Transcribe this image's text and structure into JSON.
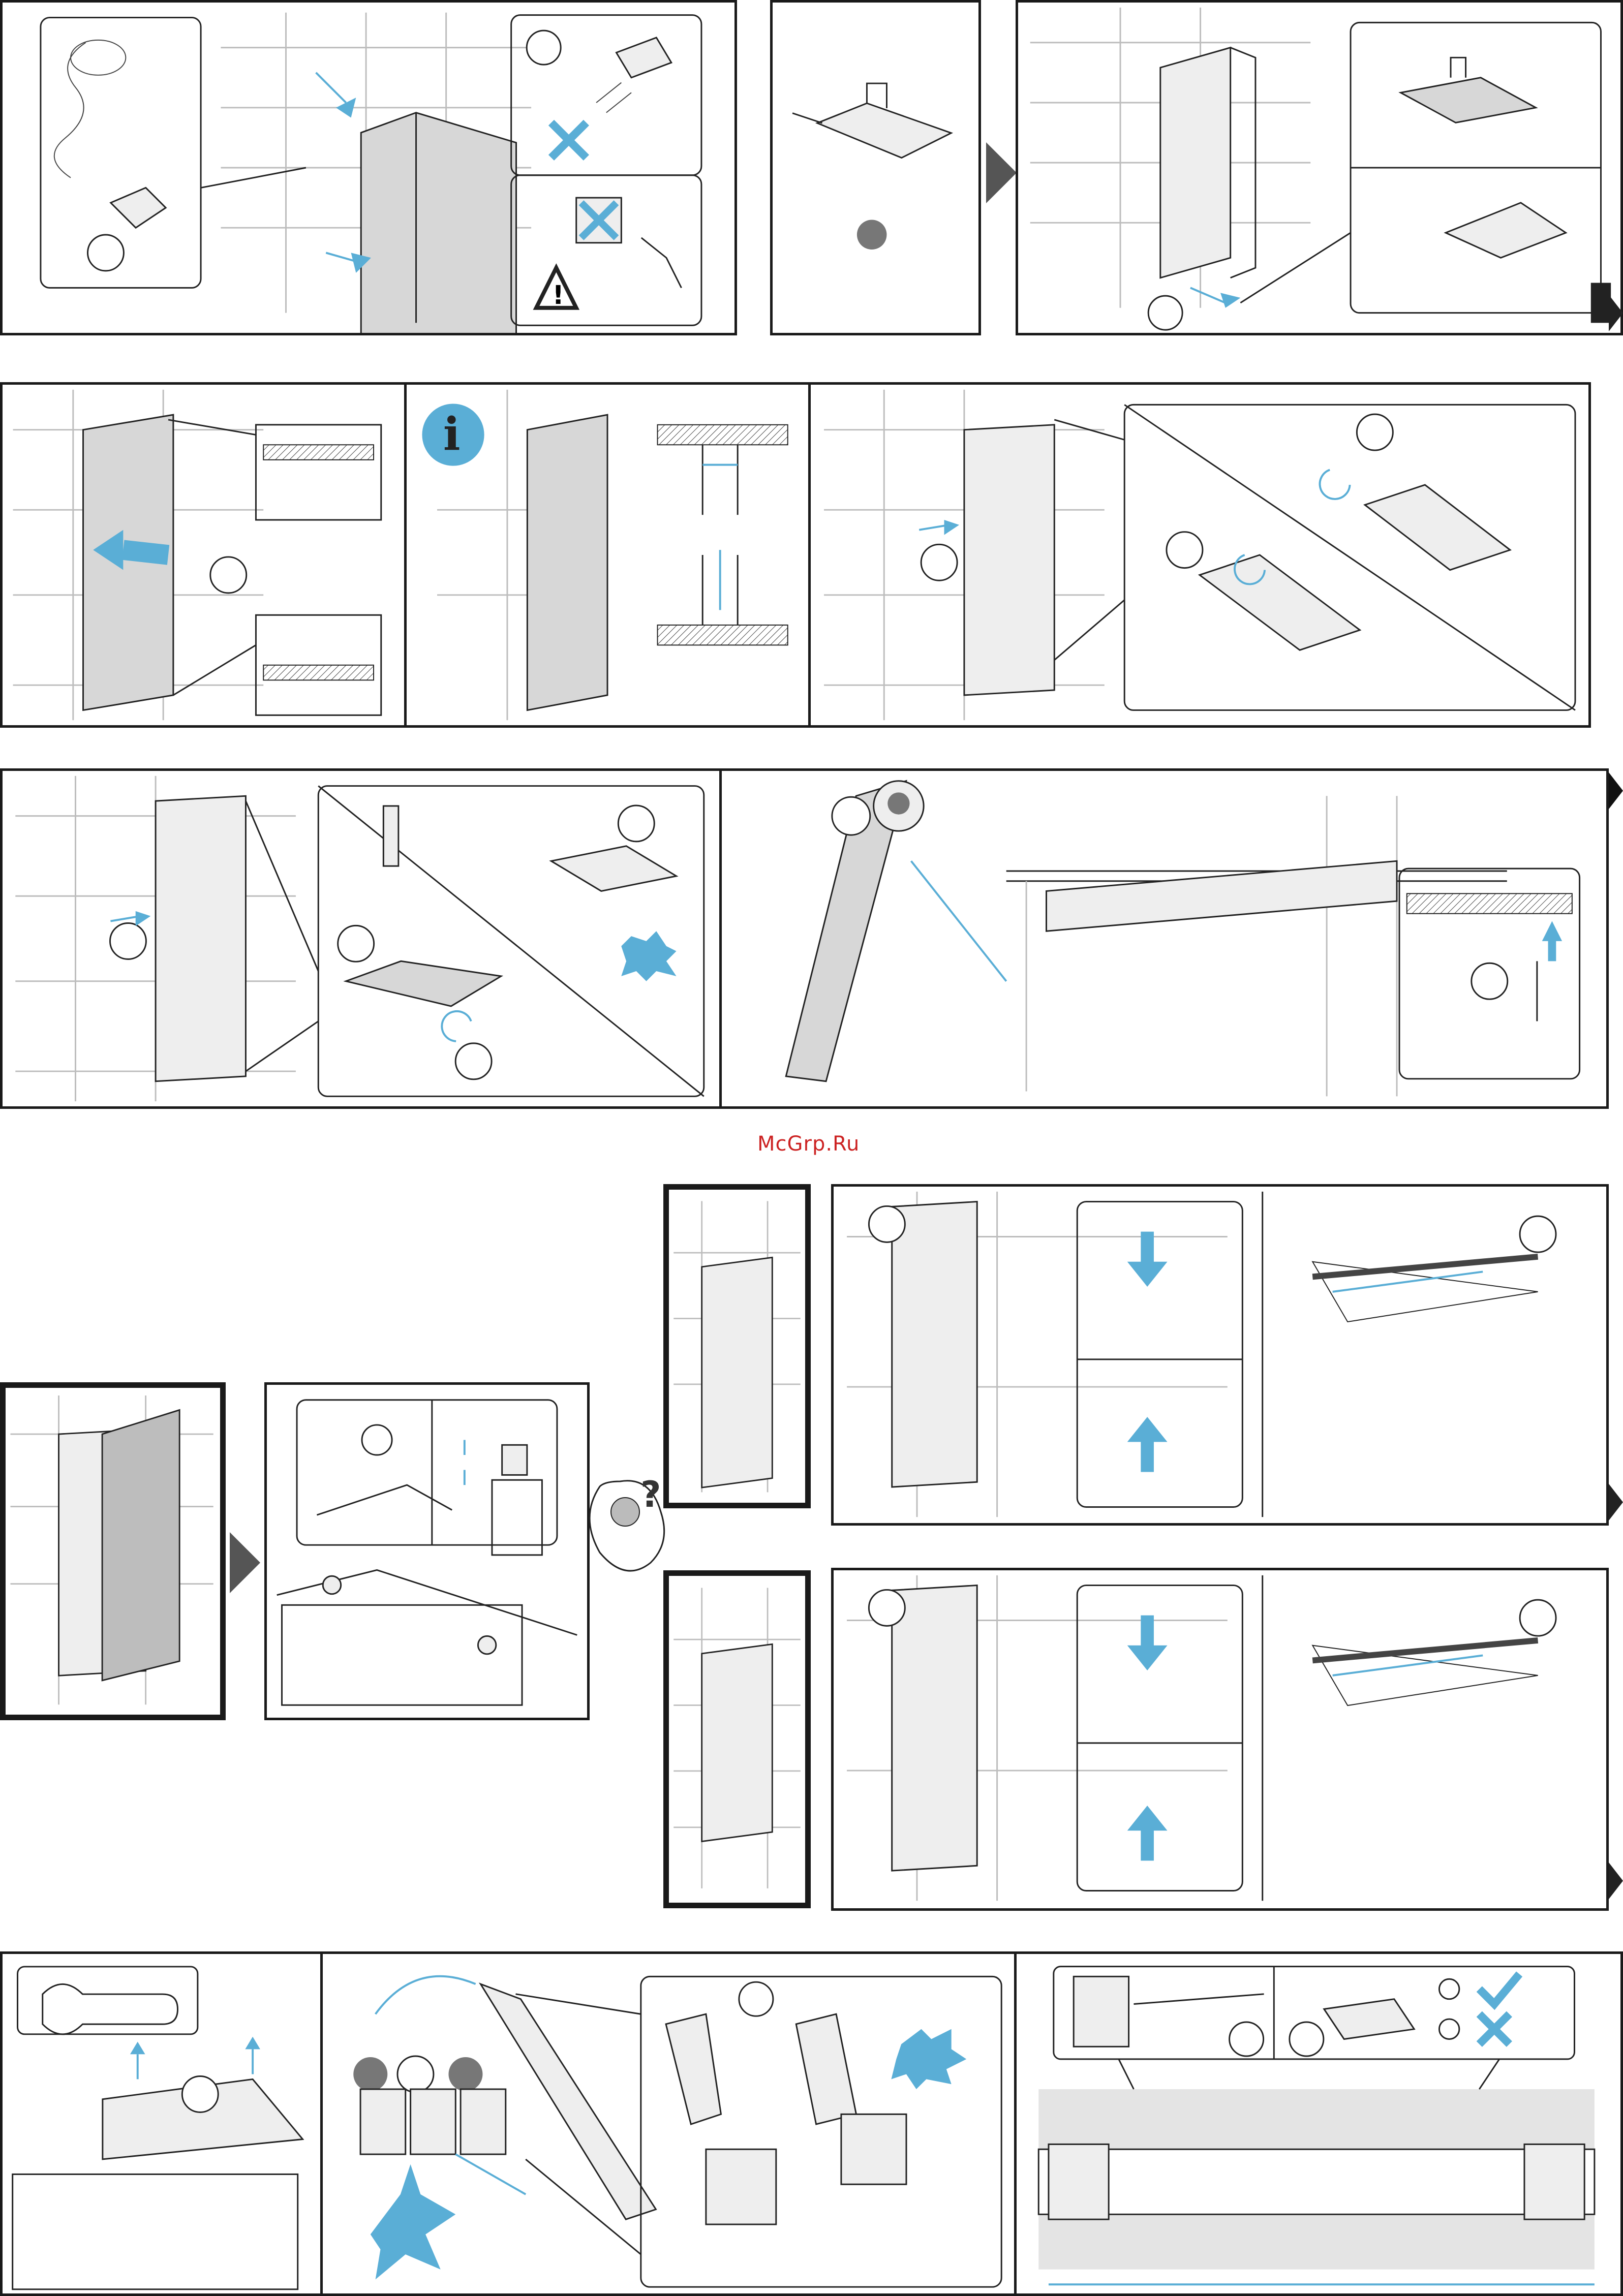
{
  "watermark": "McGrp.Ru",
  "info_letter": "i",
  "panels": [
    {
      "id": "p1a",
      "step": "power-cord-disconnect"
    },
    {
      "id": "p1b",
      "step": "accessory-bag"
    },
    {
      "id": "p1c",
      "step": "base-bracket-fit"
    },
    {
      "id": "p2a",
      "step": "slide-into-niche"
    },
    {
      "id": "p2b",
      "step": "info-clearance"
    },
    {
      "id": "p2c",
      "step": "door-hinge-adjust"
    },
    {
      "id": "p3a",
      "step": "top-bracket-screw"
    },
    {
      "id": "p3b",
      "step": "side-screw-fixing"
    },
    {
      "id": "p4a",
      "step": "door-panel"
    },
    {
      "id": "p4b",
      "step": "nut-adjust"
    },
    {
      "id": "p4c",
      "step": "cabinet-variant-a"
    },
    {
      "id": "p4d",
      "step": "cabinet-variant-b"
    },
    {
      "id": "p4e",
      "step": "door-alignment-a"
    },
    {
      "id": "p4f",
      "step": "door-alignment-b"
    },
    {
      "id": "p5a",
      "step": "remove-nuts"
    },
    {
      "id": "p5b",
      "step": "bracket-plate"
    },
    {
      "id": "p5c",
      "step": "mounting-rail-check"
    }
  ],
  "colors": {
    "accent": "#5aaed6",
    "ink": "#1a1a1a",
    "panel_grey": "#d7d7d7",
    "watermark": "#cc2222"
  }
}
